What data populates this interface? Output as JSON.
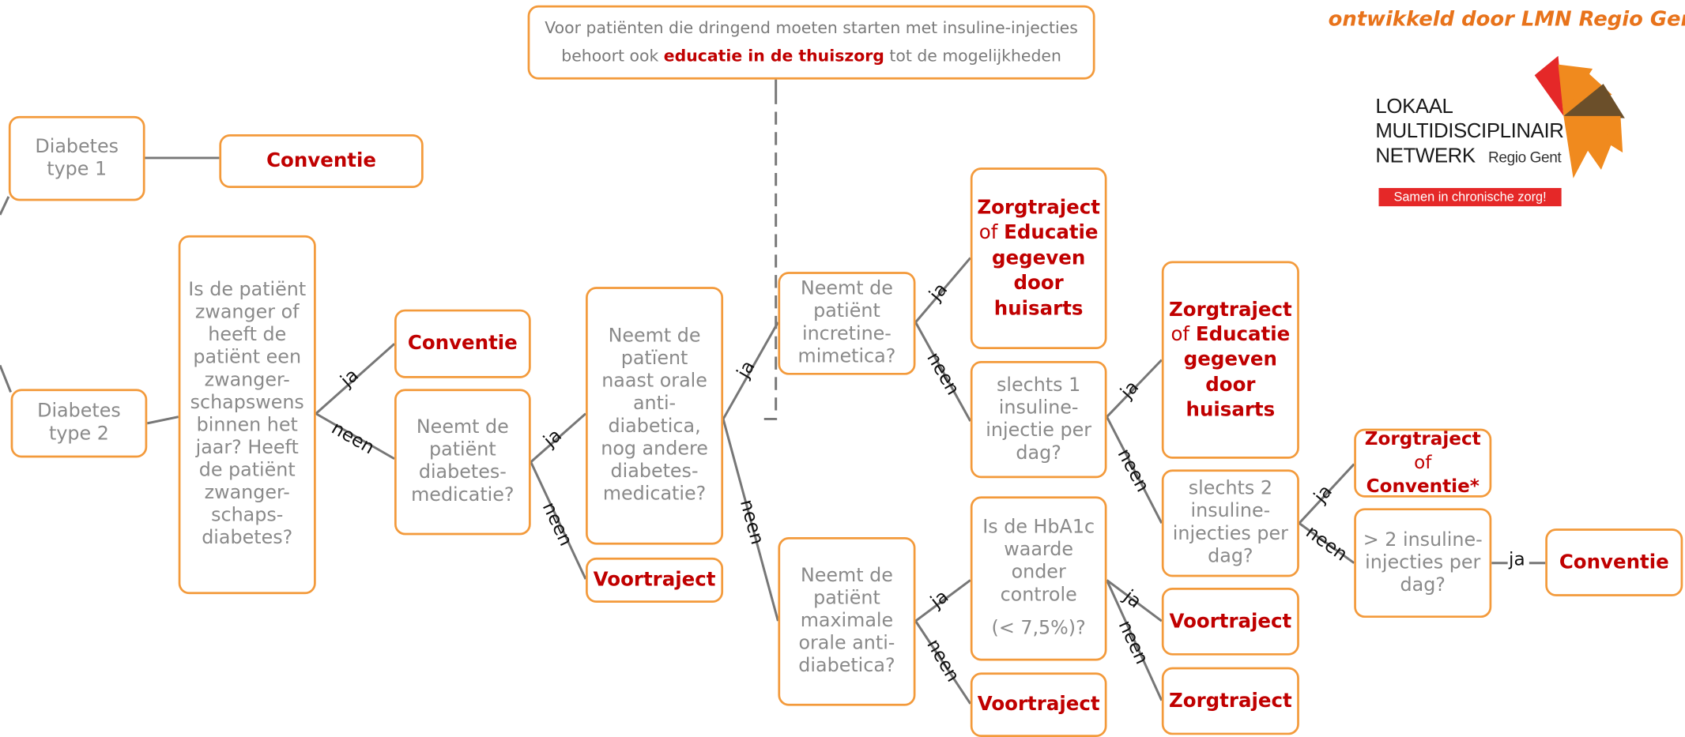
{
  "credit": "ontwikkeld door LMN Regio Gent",
  "logo": {
    "line1": "LOKAAL",
    "line2": "MULTIDISCIPLINAIR",
    "line3": "NETWERK",
    "region": "Regio Gent",
    "tagline": "Samen in chronische zorg!"
  },
  "note": {
    "line1": "Voor patiënten die dringend moeten starten met insuline-injecties",
    "line2_prefix": "behoort ook",
    "line2_bold": "educatie in de thuiszorg",
    "line2_suffix": "tot de mogelijkheden"
  },
  "nodes": {
    "dm1": "Diabetes type 1",
    "conv1": "Conventie",
    "dm2": "Diabetes type 2",
    "preg": "Is de patiënt zwanger of heeft de patiënt een zwanger-schapswens binnen het jaar? Heeft de patiënt zwanger-schaps-diabetes?",
    "conv2": "Conventie",
    "med": "Neemt de patiënt diabetes-medicatie?",
    "oral": "Neemt de patïent naast orale anti-diabetica, nog andere diabetes-medicatie?",
    "voor1": "Voortraject",
    "incretin": "Neemt de patiënt incretine-mimetica?",
    "maxoral": "Neemt de patiënt maximale orale anti-diabetica?",
    "zorg_a": {
      "b1": "Zorgtraject",
      "mid": "of",
      "b2": "Educatie gegeven door huisarts"
    },
    "ins1": "slechts 1 insuline-injectie per dag?",
    "hba1c": "Is de HbA1c waarde onder controle",
    "hba1c_val": "(< 7,5%)?",
    "voor2": "Voortraject",
    "zorg_b": {
      "b1": "Zorgtraject",
      "mid": "of",
      "b2": "Educatie gegeven door huisarts"
    },
    "ins2": "slechts 2 insuline-injecties per dag?",
    "voor3": "Voortraject",
    "zorg_c": "Zorgtraject",
    "zorg_d": {
      "b1": "Zorgtraject",
      "mid": "of",
      "b2": "Conventie*"
    },
    "ins3": "> 2 insuline-injecties per dag?",
    "conv3": "Conventie"
  },
  "labels": {
    "yes": "ja",
    "no": "neen"
  },
  "colors": {
    "border": "#f39a3b",
    "accent": "#c00000",
    "text": "#8a8a8a",
    "line": "#777777",
    "logo_orange": "#f08a1e",
    "logo_red": "#e52828",
    "logo_brown": "#6b4f2a"
  }
}
